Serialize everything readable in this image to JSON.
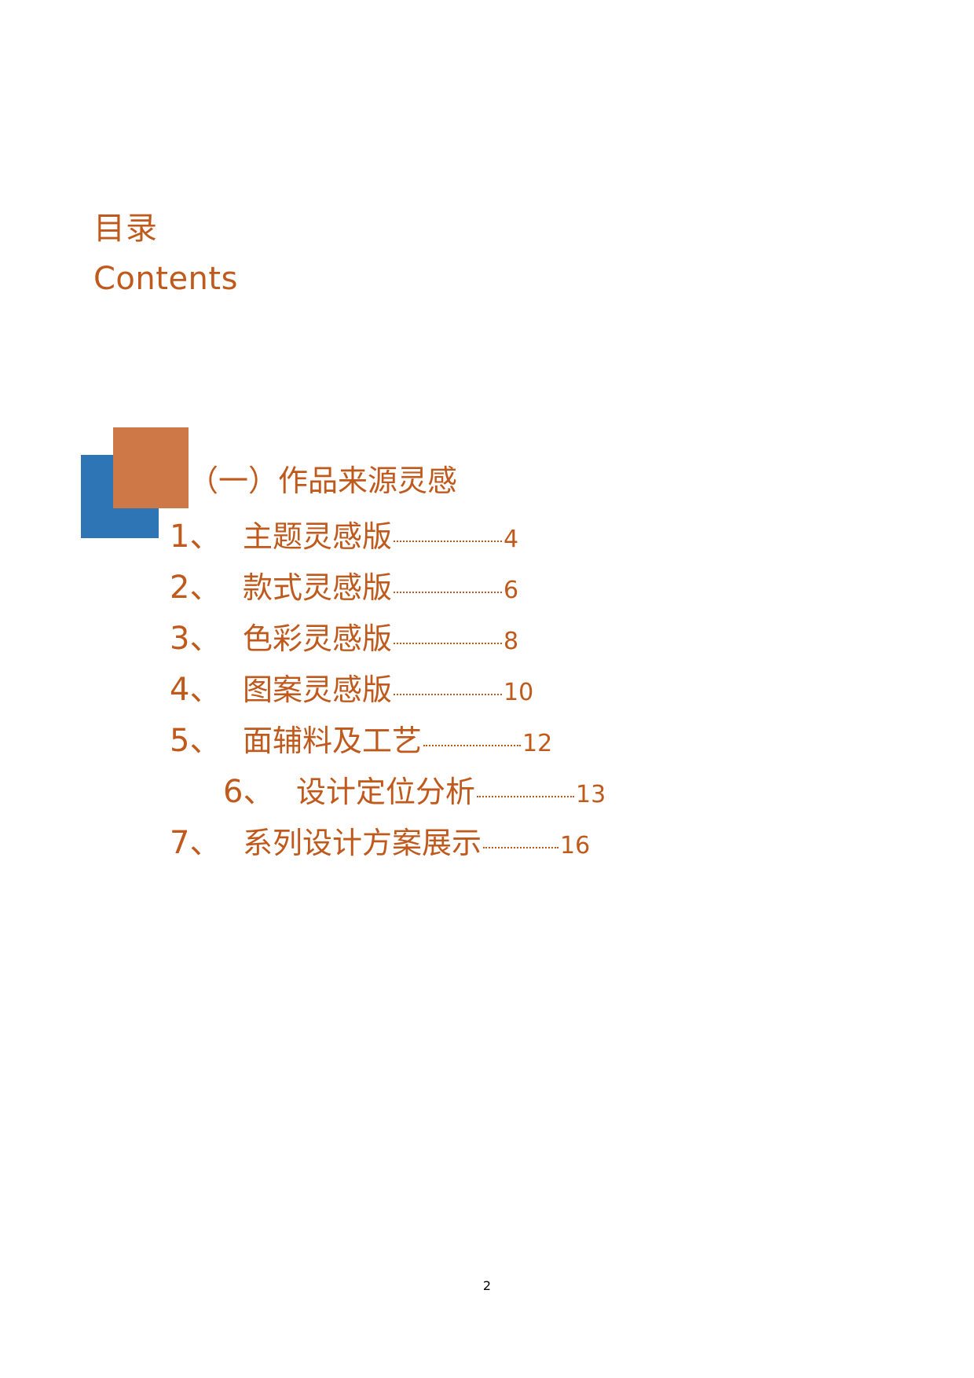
{
  "heading": {
    "title_cn": "目录",
    "title_en": "Contents"
  },
  "section": {
    "heading": "（一）作品来源灵感"
  },
  "toc": {
    "items": [
      {
        "number": "1、",
        "label": "主题灵感版",
        "page": "4"
      },
      {
        "number": "2、",
        "label": "款式灵感版",
        "page": "6"
      },
      {
        "number": "3、",
        "label": "色彩灵感版",
        "page": "8"
      },
      {
        "number": "4、",
        "label": "图案灵感版",
        "page": "10"
      },
      {
        "number": "5、",
        "label": "面辅料及工艺",
        "page": "12"
      },
      {
        "number": "6、",
        "label": "设计定位分析",
        "page": "13"
      },
      {
        "number": "7、",
        "label": "系列设计方案展示",
        "page": "16"
      }
    ]
  },
  "colors": {
    "text": "#c0591c",
    "deco_blue": "#2e75b6",
    "deco_orange": "#cf7847"
  },
  "footer": {
    "page_number": "2"
  }
}
